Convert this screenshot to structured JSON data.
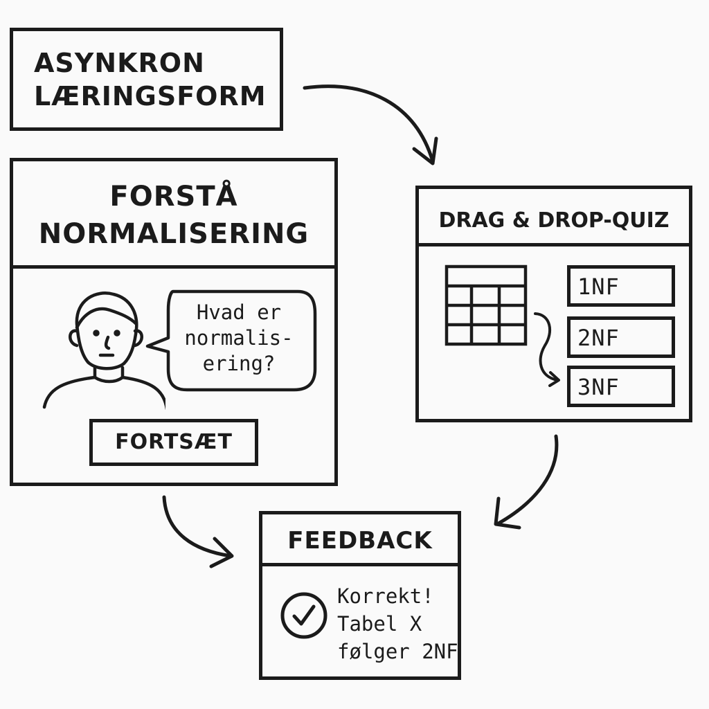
{
  "title_box": {
    "line1": "ASYNKRON",
    "line2": "LÆRINGSFORM"
  },
  "lesson_card": {
    "title_line1": "FORSTÅ",
    "title_line2": "NORMALISERING",
    "speech_line1": "Hvad er",
    "speech_line2": "normalis-",
    "speech_line3": "ering?",
    "continue_label": "FORTSÆT",
    "person_icon": "person-icon"
  },
  "quiz_card": {
    "title": "DRAG & DROP-QUIZ",
    "table_icon": "table-grid-icon",
    "options": [
      "1NF",
      "2NF",
      "3NF"
    ]
  },
  "feedback_card": {
    "title": "FEEDBACK",
    "check_icon": "checkmark-circle-icon",
    "line1": "Korrekt!",
    "line2": "Tabel X",
    "line3": "følger 2NF"
  }
}
